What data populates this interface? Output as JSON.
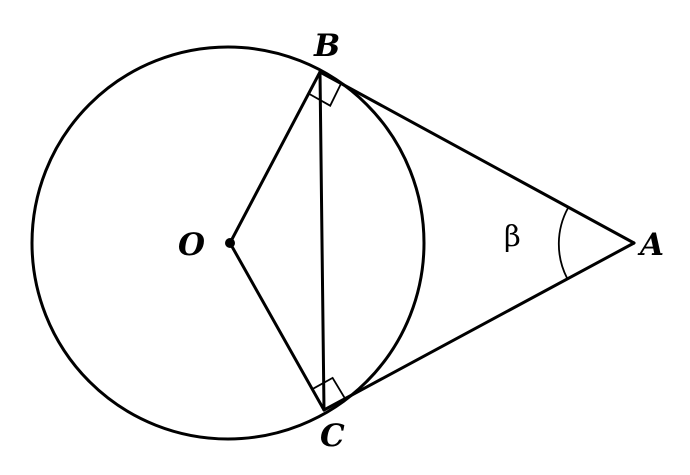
{
  "labels": {
    "center": "O",
    "tangent_point_top": "B",
    "tangent_point_bottom": "C",
    "external_point": "A",
    "angle": "β"
  },
  "colors": {
    "ink": "#000000",
    "background": "#ffffff"
  }
}
